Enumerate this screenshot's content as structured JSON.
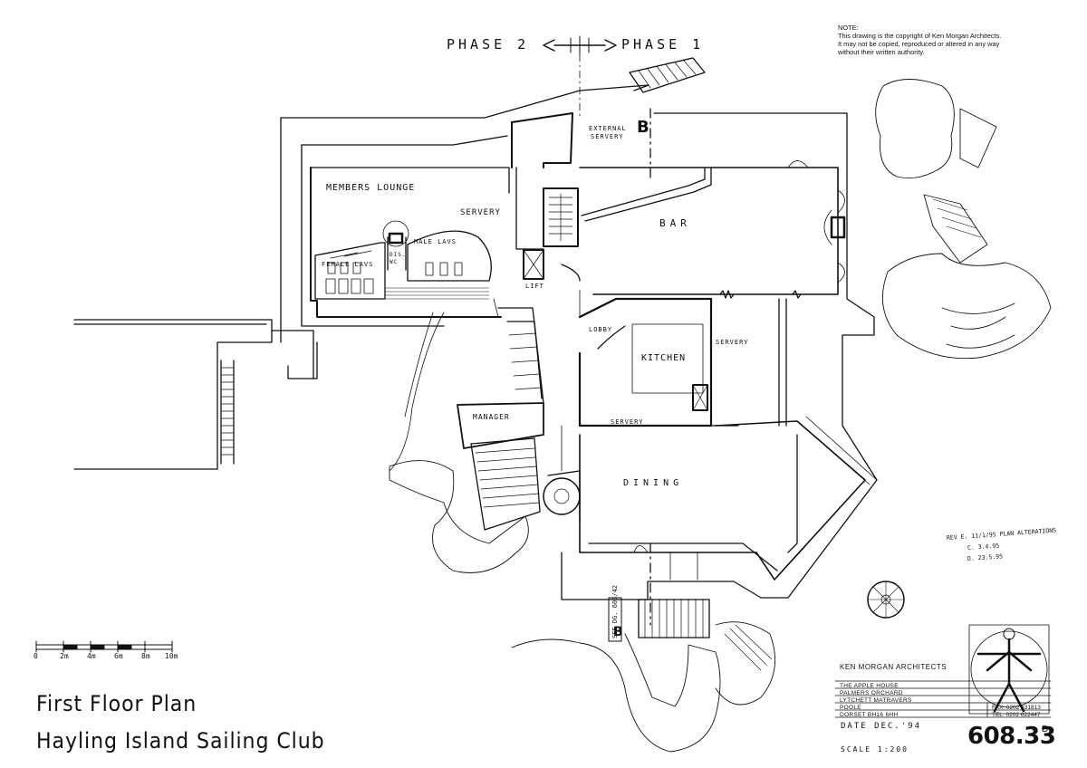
{
  "header": {
    "phase_left": "PHASE 2",
    "phase_right": "PHASE 1"
  },
  "note": {
    "heading": "NOTE:",
    "line1": "This drawing is the copyright of Ken Morgan Architects.",
    "line2": "It may not be copied, reproduced or altered in any way",
    "line3": "without their written authority."
  },
  "rooms": {
    "members_lounge": "MEMBERS LOUNGE",
    "servery": "SERVERY",
    "external_servery_1": "EXTERNAL",
    "external_servery_2": "SERVERY",
    "bar": "BAR",
    "male_lavs": "MALE LAVS",
    "female_lavs": "FEMALE LAVS",
    "dis_wc_1": "DIS.",
    "dis_wc_2": "WC",
    "lift": "LIFT",
    "lobby": "LOBBY",
    "kitchen": "KITCHEN",
    "servery_kitchen": "SERVERY",
    "servery_small": "SERVERY",
    "manager": "MANAGER",
    "dining": "DINING"
  },
  "section_marks": {
    "top": "B",
    "bottom": "B",
    "see_ref": "SEE DG. 608/42"
  },
  "revision_note": {
    "line1": "REV E. 11/1/95 PLAN ALTERATIONS",
    "line2": "C. 3.4.95",
    "line3": "D. 23.5.95"
  },
  "scale_bar": {
    "ticks": [
      "0",
      "2m",
      "4m",
      "6m",
      "8m",
      "10m"
    ]
  },
  "title": {
    "line1": "First Floor Plan",
    "line2": "Hayling Island Sailing Club"
  },
  "title_block": {
    "firm": "KEN MORGAN ARCHITECTS",
    "address": [
      "THE APPLE HOUSE",
      "PALMERS ORCHARD",
      "LYTCHETT MATRAVERS",
      "POOLE",
      "DORSET   BH16 6HH"
    ],
    "fax": "FAX: 0202 631813",
    "tel": "TEL: 0202 622447",
    "date": "DATE   DEC.'94",
    "scale": "SCALE  1:200",
    "drawing_number": "608.33",
    "revision": "D"
  },
  "colors": {
    "ink": "#111111",
    "paper": "#ffffff"
  }
}
